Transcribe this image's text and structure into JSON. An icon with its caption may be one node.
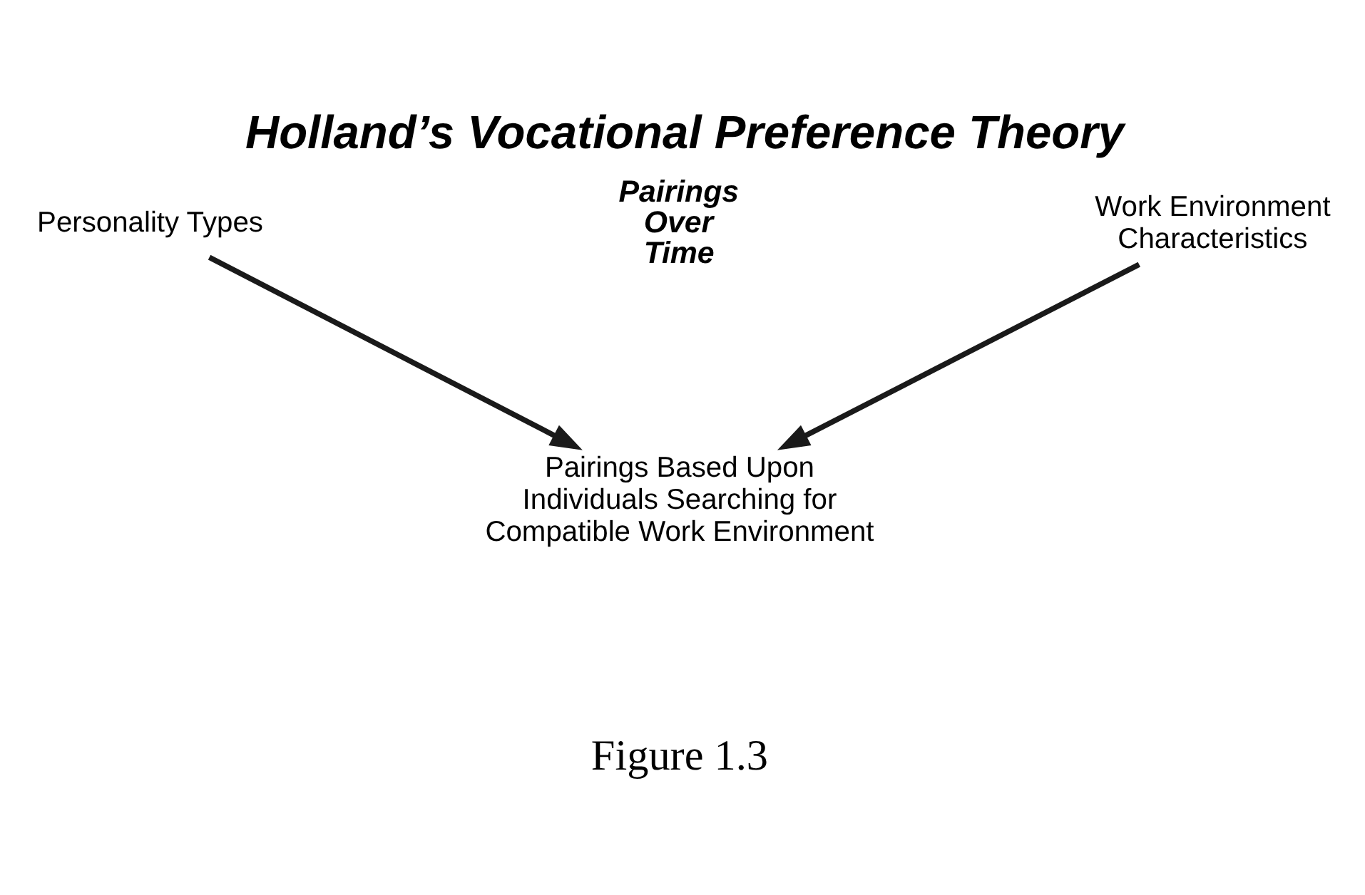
{
  "diagram": {
    "title": "Holland’s Vocational Preference Theory",
    "caption": "Figure 1.3",
    "nodes": [
      {
        "text": [
          "Personality Types"
        ]
      },
      {
        "text": [
          "Work Environment Characteristics"
        ]
      },
      {
        "text": [
          "Pairings Based Upon Individuals Searching for Compatible Work Environment"
        ]
      }
    ],
    "edges": [
      {
        "from": 0,
        "to": 2,
        "arrow": "to"
      },
      {
        "from": 1,
        "to": 2,
        "arrow": "to"
      }
    ],
    "labels": [
      "Pairings Over Time"
    ]
  }
}
